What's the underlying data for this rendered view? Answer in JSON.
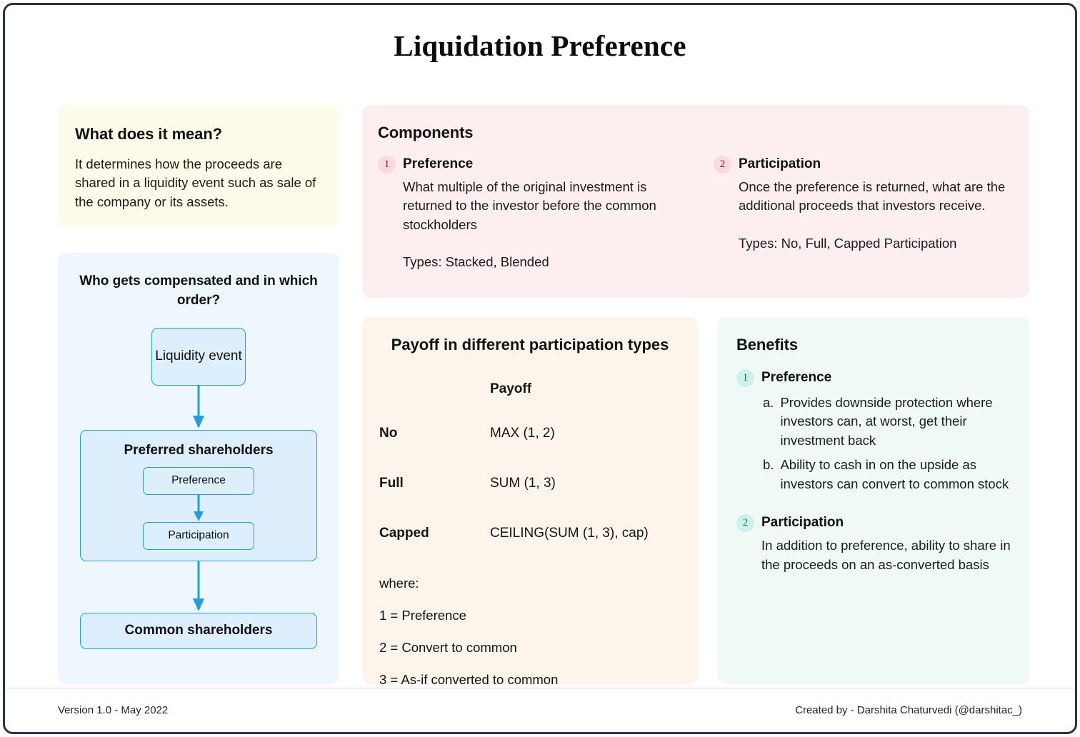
{
  "title": "Liquidation Preference",
  "meaning": {
    "heading": "What does it mean?",
    "body": "It determines how the proceeds are shared in a liquidity event such as sale of the company or its assets."
  },
  "flow": {
    "heading": "Who gets compensated and in which order?",
    "liquidity_event": "Liquidity event",
    "preferred": "Preferred shareholders",
    "preference": "Preference",
    "participation": "Participation",
    "common": "Common shareholders"
  },
  "components": {
    "heading": "Components",
    "items": [
      {
        "num": "1",
        "title": "Preference",
        "body": "What multiple of the original investment is returned to the investor before the common stockholders",
        "types": "Types: Stacked, Blended"
      },
      {
        "num": "2",
        "title": "Participation",
        "body": "Once the preference is returned, what are the additional proceeds that investors receive.",
        "types": "Types: No, Full, Capped Participation"
      }
    ]
  },
  "payoff": {
    "heading": "Payoff in different participation types",
    "col_header": "Payoff",
    "rows": [
      {
        "type": "No",
        "formula": "MAX (1, 2)"
      },
      {
        "type": "Full",
        "formula": "SUM (1, 3)"
      },
      {
        "type": "Capped",
        "formula": "CEILING(SUM (1, 3), cap)"
      }
    ],
    "where_label": "where:",
    "legend": [
      "1 = Preference",
      "2 = Convert to common",
      "3 = As-if converted to common"
    ]
  },
  "benefits": {
    "heading": "Benefits",
    "items": [
      {
        "num": "1",
        "title": "Preference",
        "bullets": [
          {
            "marker": "a.",
            "text": "Provides downside protection where investors can, at worst, get their investment back"
          },
          {
            "marker": "b.",
            "text": "Ability to cash in on the upside as investors can convert to common stock"
          }
        ]
      },
      {
        "num": "2",
        "title": "Participation",
        "body": "In addition to preference, ability to share in the proceeds on an as-converted basis"
      }
    ]
  },
  "footer": {
    "version": "Version 1.0 - May 2022",
    "credit": "Created by - Darshita Chaturvedi (@darshitac_)"
  },
  "colors": {
    "border": "#2b3445",
    "cream": "#fdfbe9",
    "blue": "#eff7fe",
    "pink": "#fdeff0",
    "peach": "#fdf5ec",
    "mint": "#effaf7",
    "arrow": "#1e9fe0",
    "badge_pink_bg": "#fadadd",
    "badge_pink_fg": "#9d1127",
    "badge_mint_bg": "#ccf3ea",
    "badge_mint_fg": "#12786a"
  }
}
